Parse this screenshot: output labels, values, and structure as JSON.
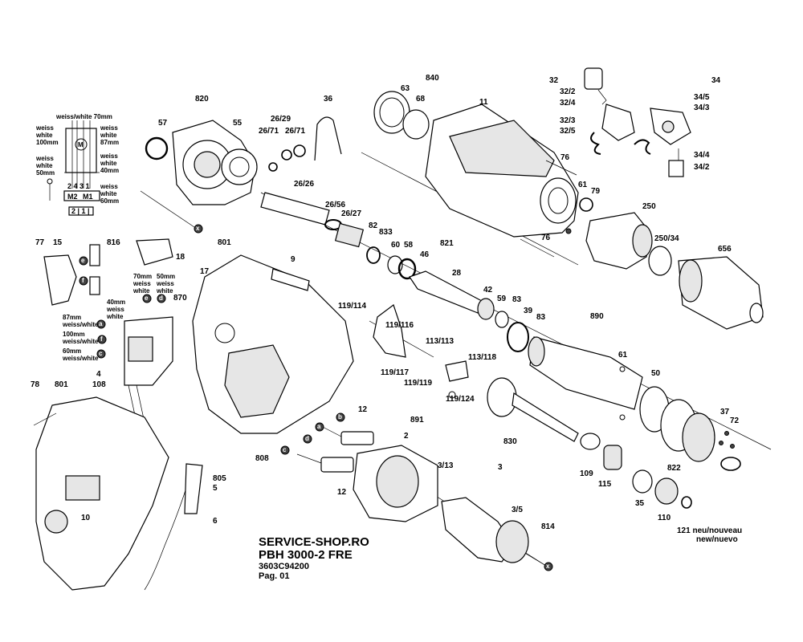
{
  "footer": {
    "shop": "SERVICE-SHOP.RO",
    "model": "PBH 3000-2 FRE",
    "part_no": "3603C94200",
    "page": "Pag. 01"
  },
  "wiring": {
    "top_label": "weiss/white 70mm",
    "left_100": "weiss\nwhite\n100mm",
    "left_50": "weiss\nwhite\n50mm",
    "right_87": "weiss\nwhite\n87mm",
    "right_40": "weiss\nwhite\n40mm",
    "right_60": "weiss\nwhite\n60mm",
    "terminals": "2 4 3 1",
    "m2": "M2",
    "m1": "M1",
    "bottom_terms": "2 | 1 |",
    "motor": "M"
  },
  "switch_notes": {
    "n70": "70mm\nweiss\nwhite",
    "n50": "50mm\nweiss\nwhite",
    "n40": "40mm\nweiss\nwhite",
    "n87": "87mm\nweiss/white",
    "n100": "100mm\nweiss/white",
    "n60": "60mm\nweiss/white"
  },
  "letters": [
    "a",
    "b",
    "c",
    "d",
    "e",
    "f",
    "x"
  ],
  "labels": {
    "p820": "820",
    "p57": "57",
    "p55": "55",
    "p26_29": "26/29",
    "p26_71a": "26/71",
    "p26_71b": "26/71",
    "p36": "36",
    "p26_26": "26/26",
    "p26_56": "26/56",
    "p26_27": "26/27",
    "p63": "63",
    "p840": "840",
    "p68": "68",
    "p11": "11",
    "p32": "32",
    "p32_2": "32/2",
    "p32_4": "32/4",
    "p32_3": "32/3",
    "p32_5": "32/5",
    "p34": "34",
    "p34_5": "34/5",
    "p34_3": "34/3",
    "p34_4": "34/4",
    "p34_2": "34/2",
    "p76a": "76",
    "p61a": "61",
    "p79": "79",
    "p250": "250",
    "p250_34": "250/34",
    "p656": "656",
    "p76b": "76",
    "p82": "82",
    "p833": "833",
    "p60": "60",
    "p58": "58",
    "p46": "46",
    "p821": "821",
    "p28": "28",
    "p42": "42",
    "p59": "59",
    "p83a": "83",
    "p39": "39",
    "p83b": "83",
    "p890": "890",
    "p61b": "61",
    "p50": "50",
    "p37": "37",
    "p72": "72",
    "p822": "822",
    "p830": "830",
    "p109": "109",
    "p115": "115",
    "p35": "35",
    "p110": "110",
    "p121": "121 neu/nouveau",
    "p121b": "new/nuevo",
    "p77": "77",
    "p15": "15",
    "p816": "816",
    "p18": "18",
    "p801a": "801",
    "p17": "17",
    "p9": "9",
    "p870": "870",
    "p4": "4",
    "p108": "108",
    "p119_114": "119/114",
    "p119_116": "119/116",
    "p113_113": "113/113",
    "p113_118": "113/118",
    "p119_117": "119/117",
    "p119_119": "119/119",
    "p119_124": "119/124",
    "p891": "891",
    "p12a": "12",
    "p12b": "12",
    "p2": "2",
    "p3_13": "3/13",
    "p3": "3",
    "p3_5": "3/5",
    "p814": "814",
    "p78": "78",
    "p801b": "801",
    "p808": "808",
    "p805": "805",
    "p5": "5",
    "p6": "6",
    "p10": "10"
  }
}
